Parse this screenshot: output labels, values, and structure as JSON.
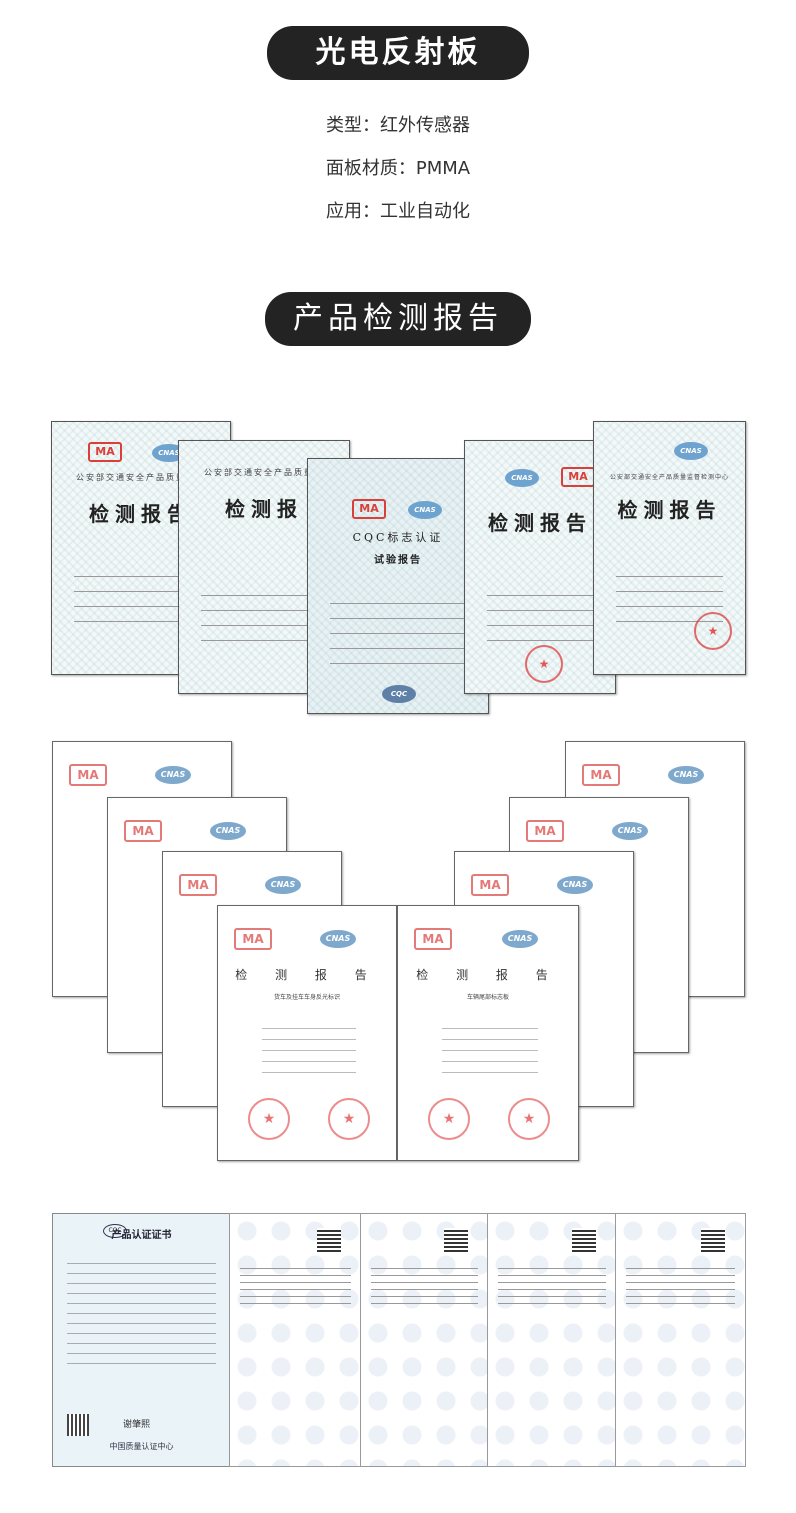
{
  "header": {
    "title": "光电反射板"
  },
  "specs": [
    {
      "label": "类型：",
      "value": "红外传感器"
    },
    {
      "label": "面板材质：",
      "value": "PMMA"
    },
    {
      "label": "应用：",
      "value": "工业自动化"
    }
  ],
  "reports_section": {
    "title": "产品检测报告"
  },
  "row1": {
    "org_1": "公安部交通安全产品质量监督",
    "org_2": "公安部交通安全产品质量监",
    "report_title_1": "检测报告",
    "report_title_2": "检测报",
    "cqc_title": "CQC标志认证",
    "cqc_sub": "试验报告",
    "report_title_4": "检测报告",
    "report_title_5": "检测报告",
    "org_5": "公安部交通安全产品质量监督检测中心",
    "ma": "MA",
    "cnas": "CNAS",
    "cqc": "CQC"
  },
  "row2": {
    "ma": "MA",
    "cnas": "CNAS",
    "heading": "检 测 报 告",
    "product_left": "货车及挂车车身反光标识",
    "product_right": "车辆尾部标志板"
  },
  "row3": {
    "cert_title": "产品认证证书",
    "cqc": "CQC",
    "signature": "谢肇熙",
    "center": "中国质量认证中心"
  }
}
